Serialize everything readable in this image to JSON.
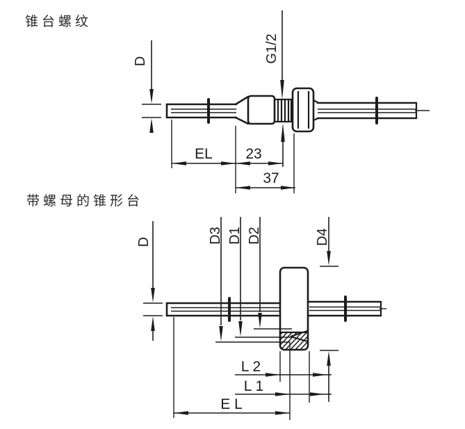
{
  "colors": {
    "background": "#ffffff",
    "line": "#1c1c1c"
  },
  "top": {
    "title": "锥台螺纹",
    "dim_d": "D",
    "dim_thread": "G1/2",
    "dim_el": "EL",
    "dim_23": "23",
    "dim_37": "37"
  },
  "bottom": {
    "title": "带螺母的锥形台",
    "dim_d": "D",
    "dim_d3": "D3",
    "dim_d1": "D1",
    "dim_d2": "D2",
    "dim_d4": "D4",
    "dim_l2": "L 2",
    "dim_l1": "L 1",
    "dim_el": "E L"
  }
}
